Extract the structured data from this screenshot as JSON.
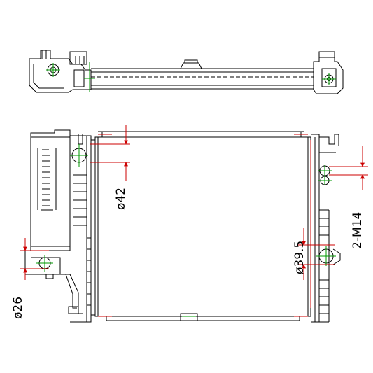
{
  "dimensions": {
    "inlet_diameter": "ø42",
    "outlet_diameter": "ø39.5",
    "small_pipe_diameter": "ø26",
    "threads": "2-M14"
  },
  "colors": {
    "outline": "#000000",
    "dimension": "#cc0000",
    "centerline": "#009900"
  }
}
